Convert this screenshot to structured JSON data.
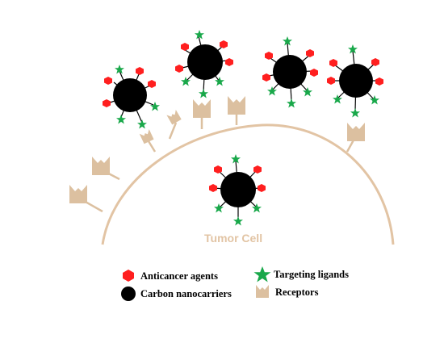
{
  "diagram": {
    "cell_label": "Tumor Cell",
    "legend": {
      "anticancer": "Anticancer agents",
      "carbon": "Carbon nanocarriers",
      "targeting": "Targeting ligands",
      "receptors": "Receptors"
    },
    "colors": {
      "membrane": "#e2c4a4",
      "receptor": "#dcc0a0",
      "nanocarrier": "#000000",
      "anticancer_agent": "#ff1f1f",
      "targeting_ligand": "#19a84a"
    },
    "icons": [
      "hexagon-icon",
      "circle-icon",
      "star-icon",
      "receptor-icon"
    ]
  }
}
